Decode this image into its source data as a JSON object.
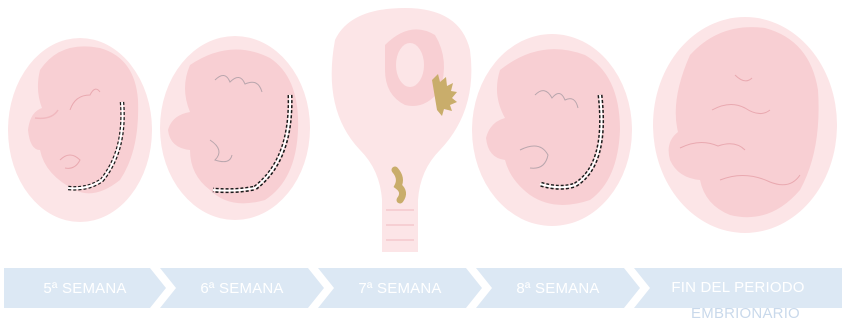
{
  "stages": [
    {
      "label": "5ª SEMANA"
    },
    {
      "label": "6ª SEMANA"
    },
    {
      "label": "7ª SEMANA"
    },
    {
      "label": "8ª SEMANA"
    },
    {
      "label_line1": "FIN DEL PERIODO",
      "label_line2": "EMBRIONARIO"
    }
  ],
  "colors": {
    "sac": "#fce5e7",
    "embryo": "#f8cfd3",
    "outline": "#f1b9bf",
    "neural_tube": "#1a1a1a",
    "placenta": "#c9ad6b",
    "arrow_bar": "#dce8f4",
    "arrow_text": "#ffffff"
  },
  "icons": [
    "embryo-week5",
    "embryo-week6",
    "embryo-week7-uterus",
    "embryo-week8",
    "fetus-end-embryonic"
  ]
}
